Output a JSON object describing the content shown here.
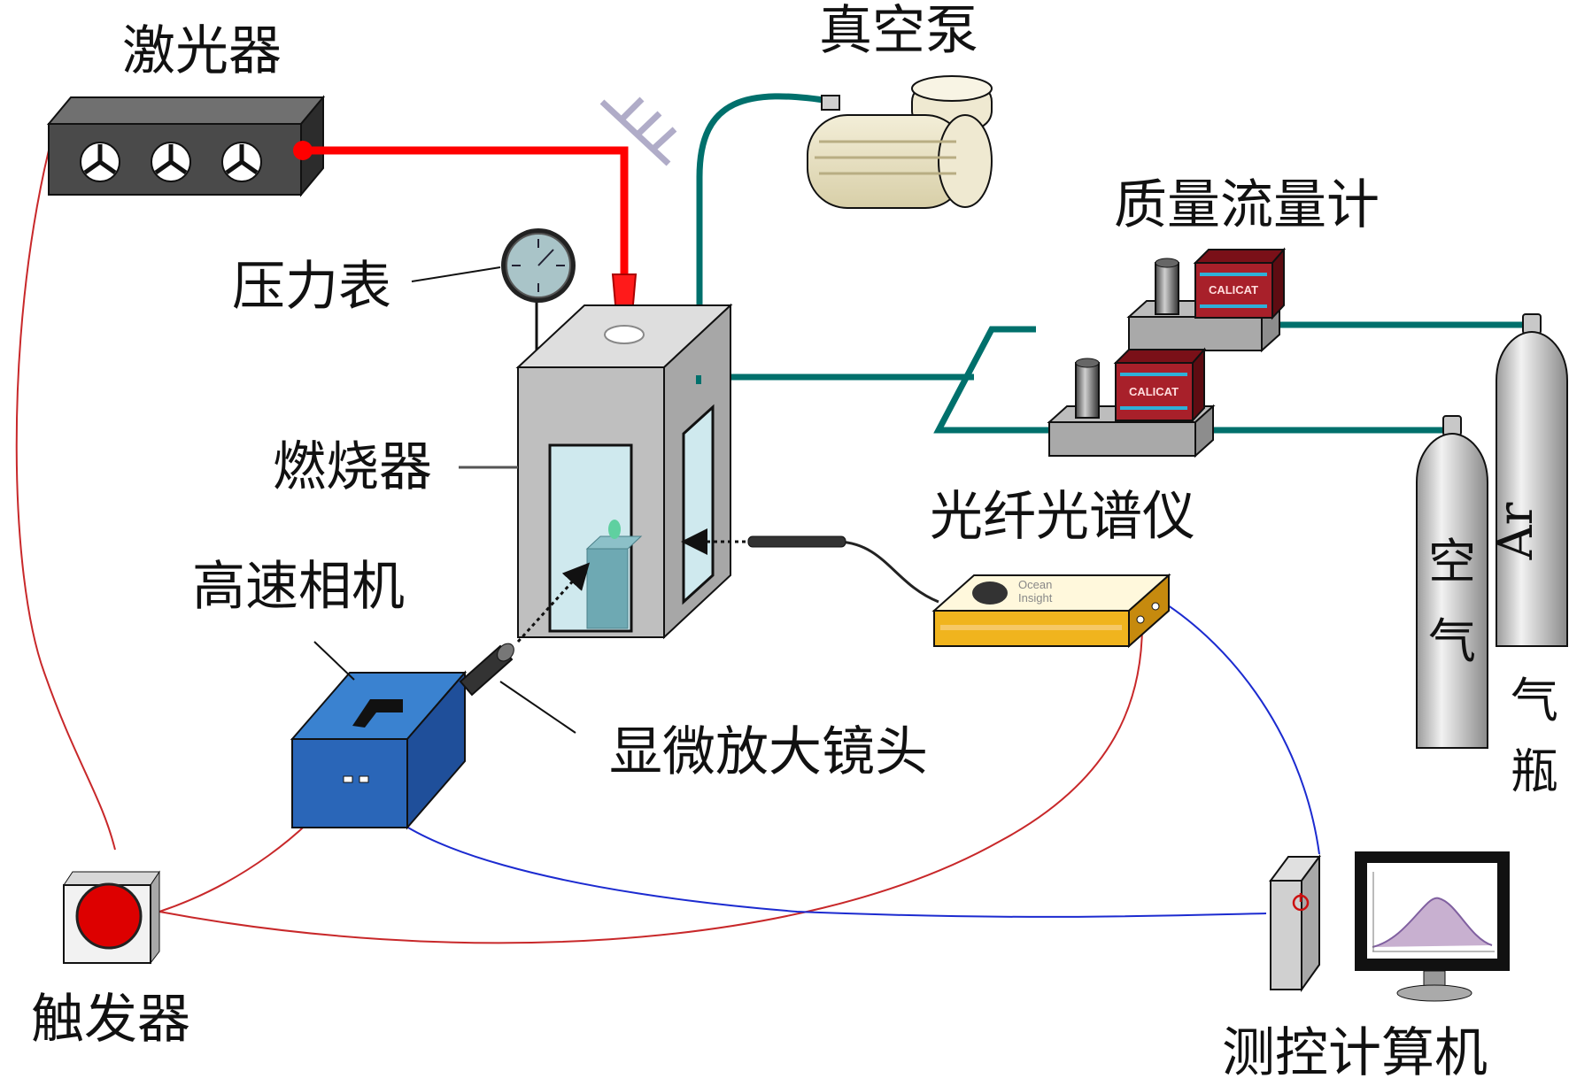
{
  "labels": {
    "laser": "激光器",
    "vacuum_pump": "真空泵",
    "pressure_gauge": "压力表",
    "mass_flow_meter": "质量流量计",
    "burner": "燃烧器",
    "fiber_spectrometer": "光纤光谱仪",
    "high_speed_camera": "高速相机",
    "microscope_lens": "显微放大镜头",
    "trigger": "触发器",
    "control_computer": "测控计算机",
    "gas_ar": "Ar",
    "gas_air": "空气",
    "gas_bottle": "气瓶"
  },
  "device_text": {
    "flow_meter_brand": "CALICAT",
    "spectrometer_brand_line1": "Ocean",
    "spectrometer_brand_line2": "Insight"
  },
  "colors": {
    "laser_beam": "#ff0000",
    "gas_pipe": "#00706c",
    "trigger_wire": "#c8282a",
    "signal_wire": "#1c2bd0",
    "camera_body": "#2a6fc0",
    "spectrometer_body": "#f0b41e",
    "trigger_button": "#dd0000"
  },
  "icons": {
    "laser_fans": "fan-icon",
    "computer_power": "power-icon"
  }
}
